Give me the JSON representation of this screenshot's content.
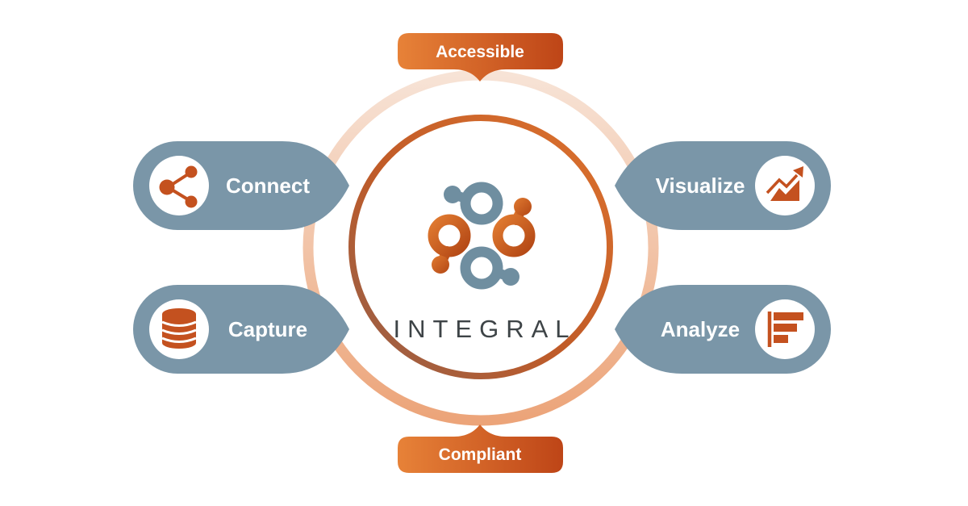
{
  "brand": {
    "name": "INTEGRAL"
  },
  "badges": {
    "top": {
      "label": "Accessible"
    },
    "bottom": {
      "label": "Compliant"
    }
  },
  "pills": {
    "connect": {
      "label": "Connect",
      "icon": "share-network-icon"
    },
    "capture": {
      "label": "Capture",
      "icon": "database-icon"
    },
    "visualize": {
      "label": "Visualize",
      "icon": "trend-line-arrow-icon"
    },
    "analyze": {
      "label": "Analyze",
      "icon": "horizontal-bar-chart-icon"
    }
  },
  "colors": {
    "orange_gradient_start": "#E78238",
    "orange_gradient_end": "#BE4517",
    "slate_pill": "#7A96A8",
    "outer_ring_light": "#F7E3D6",
    "outer_ring_dark": "#ECA479",
    "icon_orange": "#C4511F",
    "logo_slate": "#6F8EA0",
    "brand_text": "#3E4447",
    "background": "#FFFFFF"
  }
}
